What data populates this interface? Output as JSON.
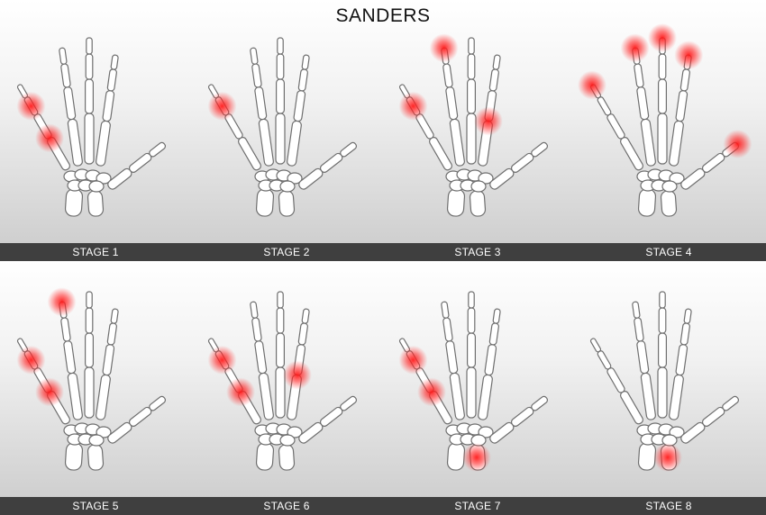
{
  "title": "SANDERS",
  "colors": {
    "bone_fill": "#ffffff",
    "bone_stroke": "#6f6f6f",
    "highlight": "#ff1a1a",
    "label_bar": "#3f3f3f"
  },
  "stages": [
    {
      "label": "STAGE 1",
      "highlights": [
        "pinky-middle-phalanx",
        "pinky-pip-joint"
      ]
    },
    {
      "label": "STAGE 2",
      "highlights": [
        "pinky-middle-phalanx"
      ]
    },
    {
      "label": "STAGE 3",
      "highlights": [
        "pinky-middle-phalanx",
        "ring-fingertip",
        "index-mcp-joint"
      ]
    },
    {
      "label": "STAGE 4",
      "highlights": [
        "pinky-fingertip",
        "ring-fingertip",
        "middle-fingertip",
        "index-fingertip",
        "thumb-tip"
      ]
    },
    {
      "label": "STAGE 5",
      "highlights": [
        "ring-fingertip",
        "pinky-middle-phalanx",
        "pinky-pip-joint"
      ]
    },
    {
      "label": "STAGE 6",
      "highlights": [
        "pinky-middle-phalanx",
        "pinky-pip-joint",
        "index-mcp-joint"
      ]
    },
    {
      "label": "STAGE 7",
      "highlights": [
        "pinky-middle-phalanx",
        "pinky-pip-joint",
        "distal-radius"
      ]
    },
    {
      "label": "STAGE 8",
      "highlights": [
        "distal-radius"
      ]
    }
  ]
}
